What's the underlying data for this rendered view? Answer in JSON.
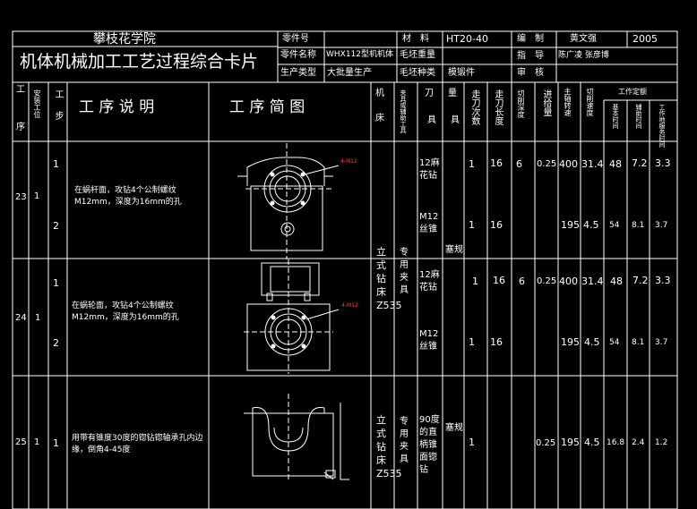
{
  "header": {
    "school": "攀枝花学院",
    "title": "机体机械加工工艺过程综合卡片",
    "part_no_label": "零件号",
    "part_name_label": "零件名称",
    "part_name_value": "WHX112型机机体",
    "prod_type_label": "生产类型",
    "prod_type_value": "大批量生产",
    "material_label": "材　料",
    "material_value": "HT20-40",
    "blank_weight_label": "毛坯重量",
    "blank_type_label": "毛坯种类",
    "blank_type_value": "模锻件",
    "compiled_label": "编　制",
    "compiled_by": "黄文强",
    "year": "2005",
    "guide_label": "指　导",
    "guide_by": "陈广凌 张彦博",
    "review_label": "审　核"
  },
  "columns": {
    "c_process": "工",
    "c_process2": "序",
    "c_setup": "安装工位",
    "c_step": "工步",
    "c_desc": "工 序 说 明",
    "c_sketch": "工 序 简 图",
    "c_machine": "机",
    "c_machine2": "床",
    "c_fixture": "夹具或辅助工具",
    "c_tool": "刀",
    "c_tool2": "具",
    "c_gauge": "量",
    "c_gauge2": "具",
    "c_passes": "走刀次数",
    "c_length": "走刀长度",
    "c_depth": "切削深度",
    "c_feed": "进给量",
    "c_speed": "主轴转速",
    "c_cutspeed": "切削速度",
    "c_quota": "工作定额",
    "c_basic": "基本时间",
    "c_aux": "辅助时间",
    "c_service": "工作地服务时间"
  },
  "ops": [
    {
      "no": "23",
      "setup": "1",
      "desc": "在蜗杆面，攻钻4个公制螺纹M12mm，深度为16mm的孔",
      "steps": [
        {
          "step": "1",
          "tool": "12麻花钻",
          "passes": "1",
          "length": "16",
          "depth": "6",
          "feed": "0.25",
          "speed": "400",
          "cut": "31.4",
          "basic": "48",
          "aux": "7.2",
          "svc": "3.3"
        },
        {
          "step": "2",
          "tool": "M12丝锥",
          "passes": "1",
          "length": "16",
          "depth": "",
          "feed": "",
          "speed": "195",
          "cut": "4.5",
          "basic": "54",
          "aux": "8.1",
          "svc": "3.7"
        }
      ]
    },
    {
      "no": "24",
      "setup": "1",
      "desc": "在蜗轮面，攻钻4个公制螺纹M12mm，深度为16mm的孔",
      "steps": [
        {
          "step": "1",
          "tool": "12麻花钻",
          "passes": "1",
          "length": "16",
          "depth": "6",
          "feed": "0.25",
          "speed": "400",
          "cut": "31.4",
          "basic": "48",
          "aux": "7.2",
          "svc": "3.3"
        },
        {
          "step": "2",
          "tool": "M12丝锥",
          "passes": "1",
          "length": "16",
          "depth": "",
          "feed": "",
          "speed": "195",
          "cut": "4.5",
          "basic": "54",
          "aux": "8.1",
          "svc": "3.7"
        }
      ]
    },
    {
      "no": "25",
      "setup": "1",
      "desc": "用带有锥度30度的锪钻锪轴承孔内边缘，倒角4-45度",
      "steps": [
        {
          "step": "1",
          "tool": "90度的直柄锥面锪钻",
          "passes": "1",
          "length": "",
          "depth": "",
          "feed": "0.25",
          "speed": "195",
          "cut": "4.5",
          "basic": "16.8",
          "aux": "2.4",
          "svc": "1.2"
        }
      ]
    }
  ],
  "machine_1": "立式钻床Z535",
  "fixture_1": "专用夹具",
  "gauge_1": "塞规",
  "machine_2": "立式钻床Z535",
  "fixture_2": "专用夹具",
  "gauge_2": "塞规",
  "sketch_labels": {
    "a": "4-M12",
    "b": "4-M12"
  }
}
